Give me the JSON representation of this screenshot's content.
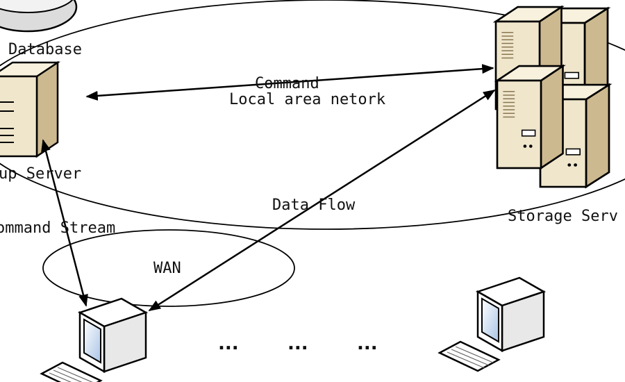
{
  "labels": {
    "database": "Database",
    "setup_server": "up Server",
    "command": "Command",
    "lan": "Local area netork",
    "data_flow": "Data Flow",
    "storage_server": "Storage Serv",
    "command_stream": "ommand Stream",
    "wan": "WAN",
    "ellipsis": "..."
  },
  "colors": {
    "line": "#000000",
    "server_body": "#efe6cc",
    "server_side": "#cdb98f",
    "server_top": "#f7f1de",
    "monitor_body": "#ffffff",
    "screen": "#d8e6f6",
    "database_fill": "#dcdcdc"
  },
  "icons": [
    "database-icon",
    "setup-server-icon",
    "storage-server-cluster-icon",
    "client-computer-icon"
  ]
}
